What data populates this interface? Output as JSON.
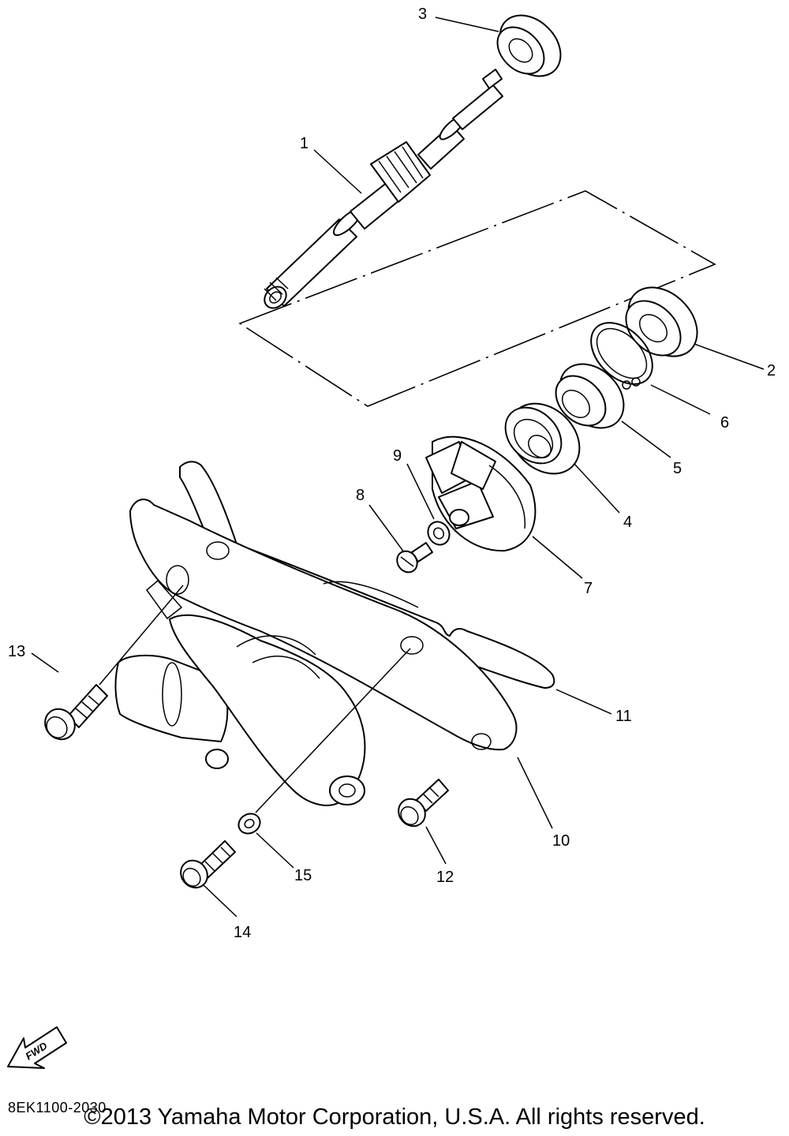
{
  "diagram": {
    "callouts": [
      {
        "id": "1",
        "text": "1"
      },
      {
        "id": "2",
        "text": "2"
      },
      {
        "id": "3",
        "text": "3"
      },
      {
        "id": "4",
        "text": "4"
      },
      {
        "id": "5",
        "text": "5"
      },
      {
        "id": "6",
        "text": "6"
      },
      {
        "id": "7",
        "text": "7"
      },
      {
        "id": "8",
        "text": "8"
      },
      {
        "id": "9",
        "text": "9"
      },
      {
        "id": "10",
        "text": "10"
      },
      {
        "id": "11",
        "text": "11"
      },
      {
        "id": "12",
        "text": "12"
      },
      {
        "id": "13",
        "text": "13"
      },
      {
        "id": "14",
        "text": "14"
      },
      {
        "id": "15",
        "text": "15"
      }
    ],
    "fwd_label": "FWD",
    "diagram_code": "8EK1100-2030"
  },
  "footer": {
    "copyright": "©2013 Yamaha Motor Corporation, U.S.A. All rights reserved."
  }
}
